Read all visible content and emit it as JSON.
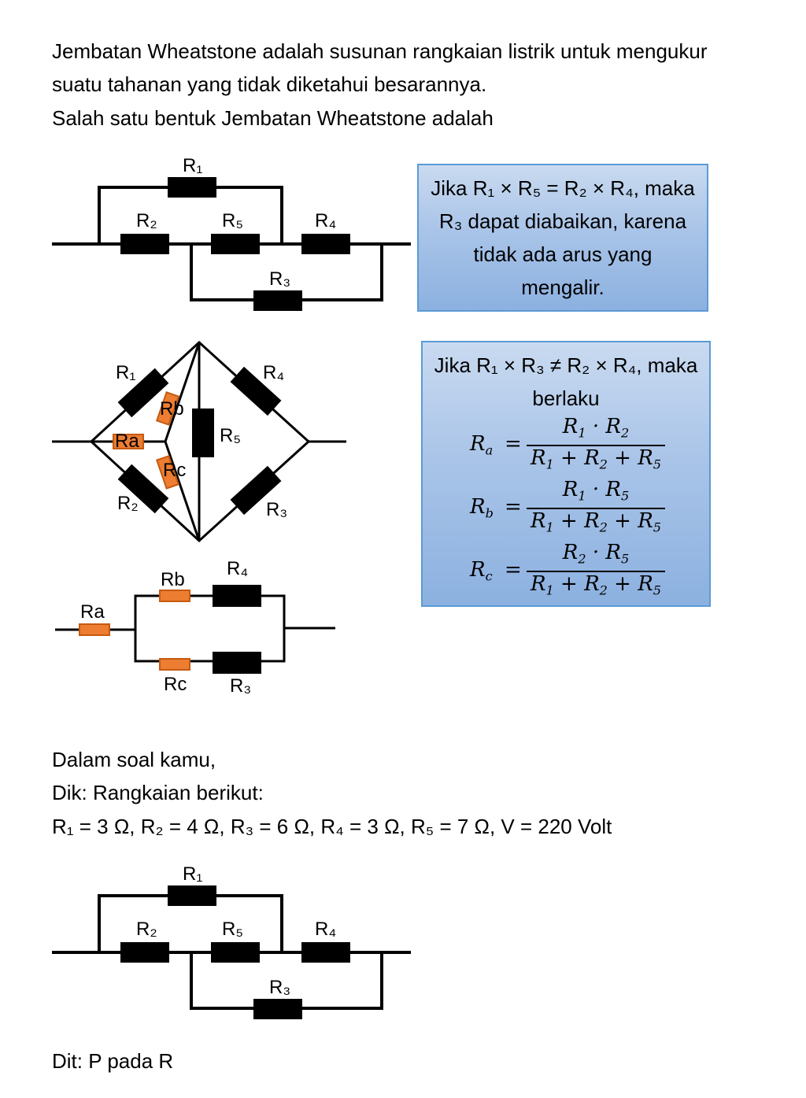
{
  "intro": {
    "line1": "Jembatan Wheatstone adalah susunan rangkaian listrik untuk mengukur",
    "line2": "suatu tahanan yang tidak diketahui besarannya.",
    "line3": "Salah satu bentuk Jembatan Wheatstone adalah"
  },
  "circuit_labels": {
    "r1": "R₁",
    "r2": "R₂",
    "r3": "R₃",
    "r4": "R₄",
    "r5": "R₅",
    "ra": "Ra",
    "rb": "Rb",
    "rc": "Rc"
  },
  "box1": {
    "line1": "Jika R₁ × R₅ = R₂ × R₄, maka",
    "line2": "R₃ dapat diabaikan, karena",
    "line3": "tidak ada arus yang",
    "line4": "mengalir."
  },
  "box2": {
    "line1": "Jika R₁ × R₃ ≠ R₂ × R₄, maka",
    "line2": "berlaku",
    "formulas": [
      {
        "lhs": "R",
        "lhs_sub": "a",
        "num": [
          "R",
          "1",
          " · R",
          "2"
        ],
        "den": [
          "R",
          "1",
          " + R",
          "2",
          " + R",
          "5"
        ]
      },
      {
        "lhs": "R",
        "lhs_sub": "b",
        "num": [
          "R",
          "1",
          " · R",
          "5"
        ],
        "den": [
          "R",
          "1",
          " + R",
          "2",
          " + R",
          "5"
        ]
      },
      {
        "lhs": "R",
        "lhs_sub": "c",
        "num": [
          "R",
          "2",
          " · R",
          "5"
        ],
        "den": [
          "R",
          "1",
          " + R",
          "2",
          " + R",
          "5"
        ]
      }
    ],
    "eq_sign": "="
  },
  "problem": {
    "line1": "Dalam soal kamu,",
    "line2": "Dik: Rangkaian berikut:",
    "line3": "R₁ = 3 Ω, R₂ = 4 Ω, R₃ = 6 Ω, R₄ = 3 Ω, R₅ = 7 Ω, V = 220 Volt",
    "asked": "Dit: P pada R"
  },
  "colors": {
    "resistor_black": "#000000",
    "resistor_orange": "#ed7d31",
    "resistor_orange_border": "#c55a11",
    "box_border": "#5b9bd5"
  }
}
